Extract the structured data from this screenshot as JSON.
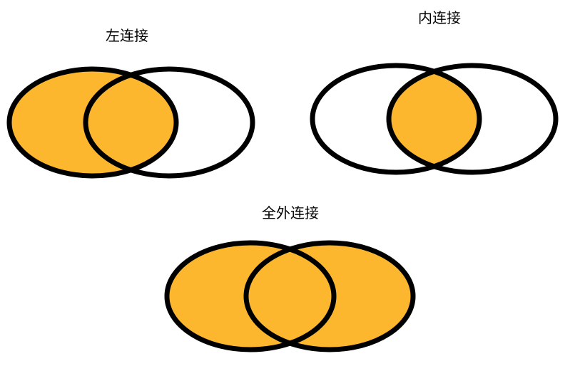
{
  "colors": {
    "fill": "#fdb72f",
    "stroke": "#000000",
    "background": "#ffffff"
  },
  "diagrams": {
    "left_join": {
      "title": "左连接"
    },
    "inner_join": {
      "title": "内连接"
    },
    "full_outer_join": {
      "title": "全外连接"
    }
  }
}
